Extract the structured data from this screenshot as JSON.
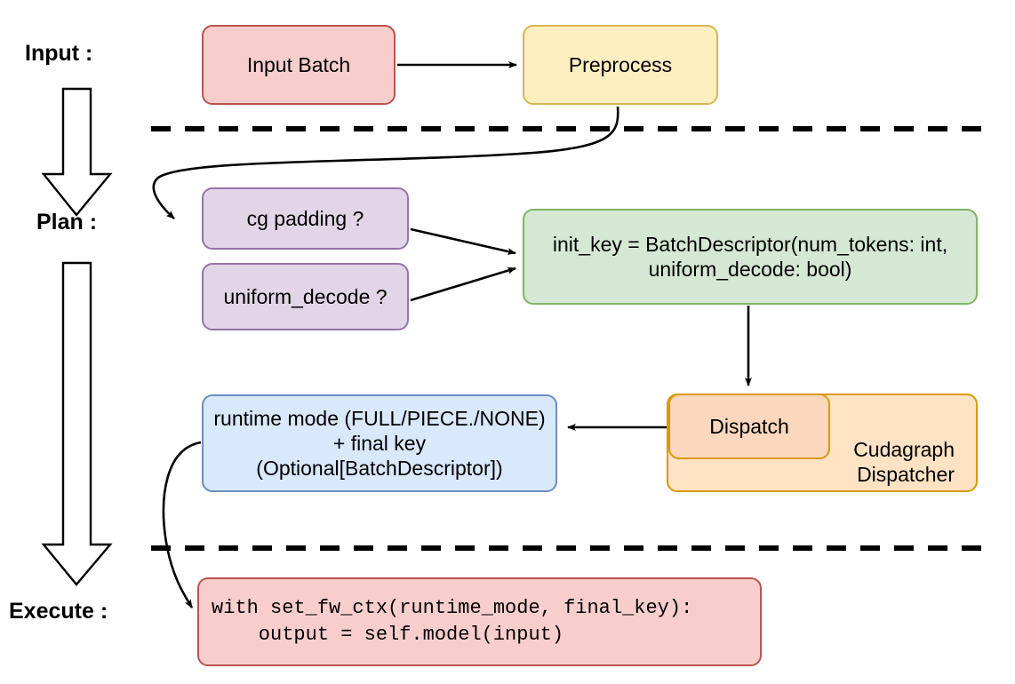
{
  "diagram": {
    "title_stages": [
      {
        "id": "input",
        "label": "Input :"
      },
      {
        "id": "plan",
        "label": "Plan :"
      },
      {
        "id": "execute",
        "label": "Execute :"
      }
    ],
    "nodes": {
      "input_batch": {
        "label": "Input Batch",
        "color": "#f8cecc",
        "border": "#b85450"
      },
      "preprocess": {
        "label": "Preprocess",
        "color": "#ffeec0",
        "border": "#d6b656"
      },
      "cg_padding": {
        "label": "cg padding ?",
        "color": "#e1d5e7",
        "border": "#9673a6"
      },
      "uniform_decode": {
        "label": "uniform_decode ?",
        "color": "#e1d5e7",
        "border": "#9673a6"
      },
      "init_key": {
        "line1": "init_key = BatchDescriptor(num_tokens: int,",
        "line2": "uniform_decode: bool)",
        "color": "#d5e8d4",
        "border": "#82b366"
      },
      "runtime_mode": {
        "line1": "runtime mode (FULL/PIECE./NONE)",
        "line2": "+ final key (Optional[BatchDescriptor])",
        "color": "#dae8fc",
        "border": "#6c8ebf"
      },
      "dispatch": {
        "label": "Dispatch",
        "color": "#fad7bd",
        "border": "#d79b00"
      },
      "cudagraph_dispatcher": {
        "line1": "Cudagraph",
        "line2": "Dispatcher",
        "color": "#fde2c4",
        "border": "#d79b00"
      },
      "execute_code": {
        "line1": "with set_fw_ctx(runtime_mode, final_key):",
        "line2": "    output = self.model(input)",
        "color": "#f8cecc",
        "border": "#b85450"
      }
    },
    "separators": [
      {
        "id": "input-plan-divider",
        "style": "dashed",
        "color": "#000000"
      },
      {
        "id": "plan-execute-divider",
        "style": "dashed",
        "color": "#000000"
      }
    ],
    "flow_arrows": [
      {
        "id": "input-batch-to-preprocess"
      },
      {
        "id": "preprocess-to-cg-padding"
      },
      {
        "id": "cg-padding-to-init-key"
      },
      {
        "id": "uniform-decode-to-init-key"
      },
      {
        "id": "init-key-to-dispatch"
      },
      {
        "id": "dispatch-to-runtime-mode"
      },
      {
        "id": "runtime-mode-to-execute-code"
      }
    ],
    "stage_block_arrows": [
      {
        "id": "input-to-plan-block-arrow"
      },
      {
        "id": "plan-to-execute-block-arrow"
      }
    ]
  }
}
